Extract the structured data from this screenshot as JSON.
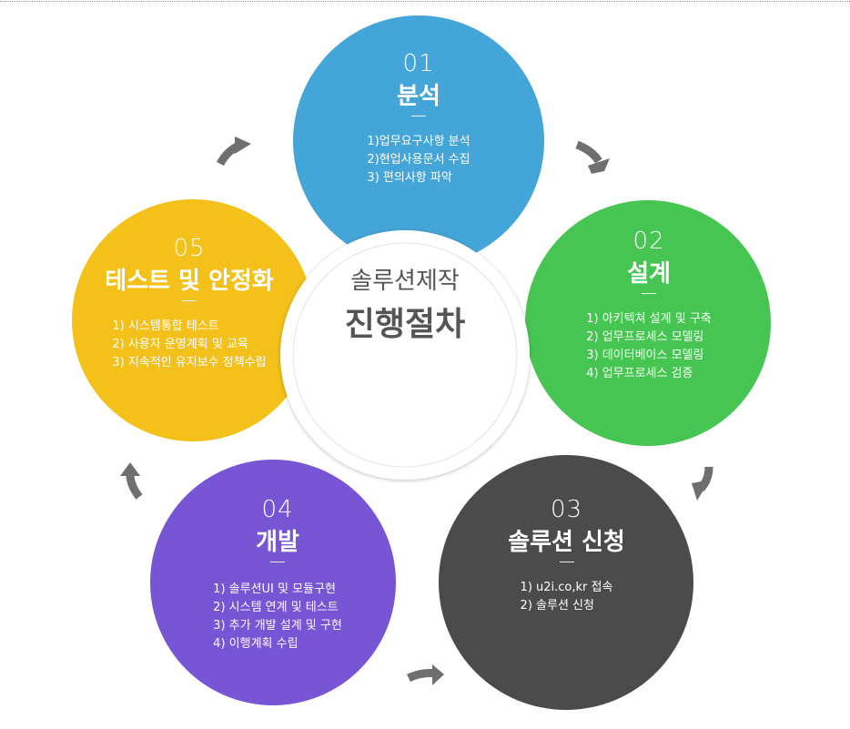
{
  "colors": {
    "analysis": "#44a5d8",
    "design": "#46c553",
    "request": "#4b4b4b",
    "development": "#7755d4",
    "test": "#f4c01a",
    "arrow": "#6f6f6f",
    "center_text": "#555555"
  },
  "center": {
    "subtitle": "솔루션제작",
    "title": "진행절차"
  },
  "steps": [
    {
      "number": "01",
      "title": "분석",
      "items": [
        "1)업무요구사항 분석",
        "2)현업사용문서 수집",
        "3) 편의사항 파악"
      ]
    },
    {
      "number": "02",
      "title": "설계",
      "items": [
        "1) 아키텍쳐 설계 및 구축",
        "2) 업무프로세스 모델링",
        "3) 데이터베이스 모델링",
        "4) 업무프로세스 검증"
      ]
    },
    {
      "number": "03",
      "title": "솔루션 신청",
      "items": [
        "1) u2i.co,kr 접속",
        "2) 솔루션 신청"
      ]
    },
    {
      "number": "04",
      "title": "개발",
      "items": [
        "1) 솔루션UI 및 모듈구현",
        "2) 시스템 연계 및 테스트",
        "3) 추가 개발 설계 및 구현",
        "4) 이행계획 수립"
      ]
    },
    {
      "number": "05",
      "title": "테스트 및 안정화",
      "items": [
        "1) 시스템통합 테스트",
        "2) 사용자 운영계획 및 교육",
        "3) 지속적인 유지보수 정책수립"
      ]
    }
  ],
  "arrows": [
    "arrow-right-curved-icon",
    "arrow-down-curved-icon",
    "arrow-left-curved-icon",
    "arrow-up-curved-icon",
    "arrow-up-right-curved-icon"
  ]
}
